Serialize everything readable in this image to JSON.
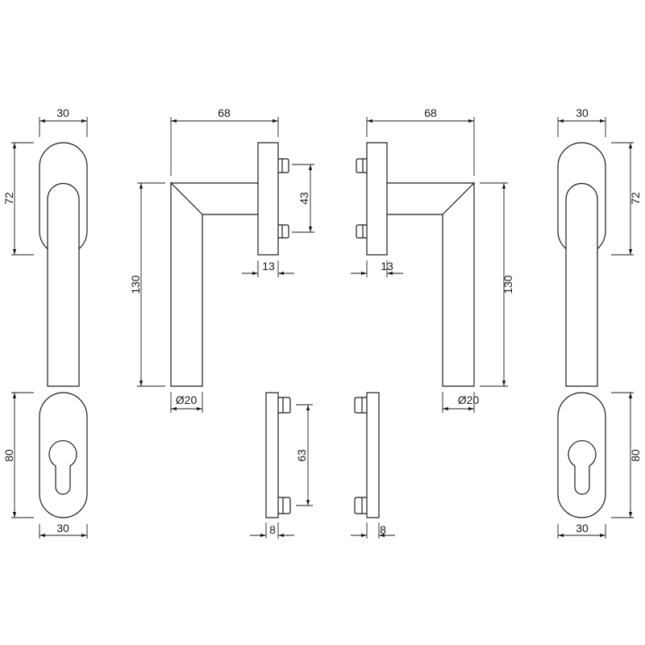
{
  "drawing": {
    "left": {
      "rose_width": "30",
      "rose_height": "72",
      "escutcheon_height": "80",
      "escutcheon_width": "30",
      "projection": "68",
      "handle_length": "130",
      "stud_spacing_top": "43",
      "rose_thickness": "13",
      "handle_diameter": "Ø20",
      "stud_spacing_bottom": "63",
      "backplate_thickness": "8"
    },
    "right": {
      "rose_width": "30",
      "rose_height": "72",
      "escutcheon_height": "80",
      "escutcheon_width": "30",
      "projection": "68",
      "handle_length": "130",
      "rose_thickness": "13",
      "handle_diameter": "Ø20",
      "backplate_thickness": "8"
    }
  }
}
